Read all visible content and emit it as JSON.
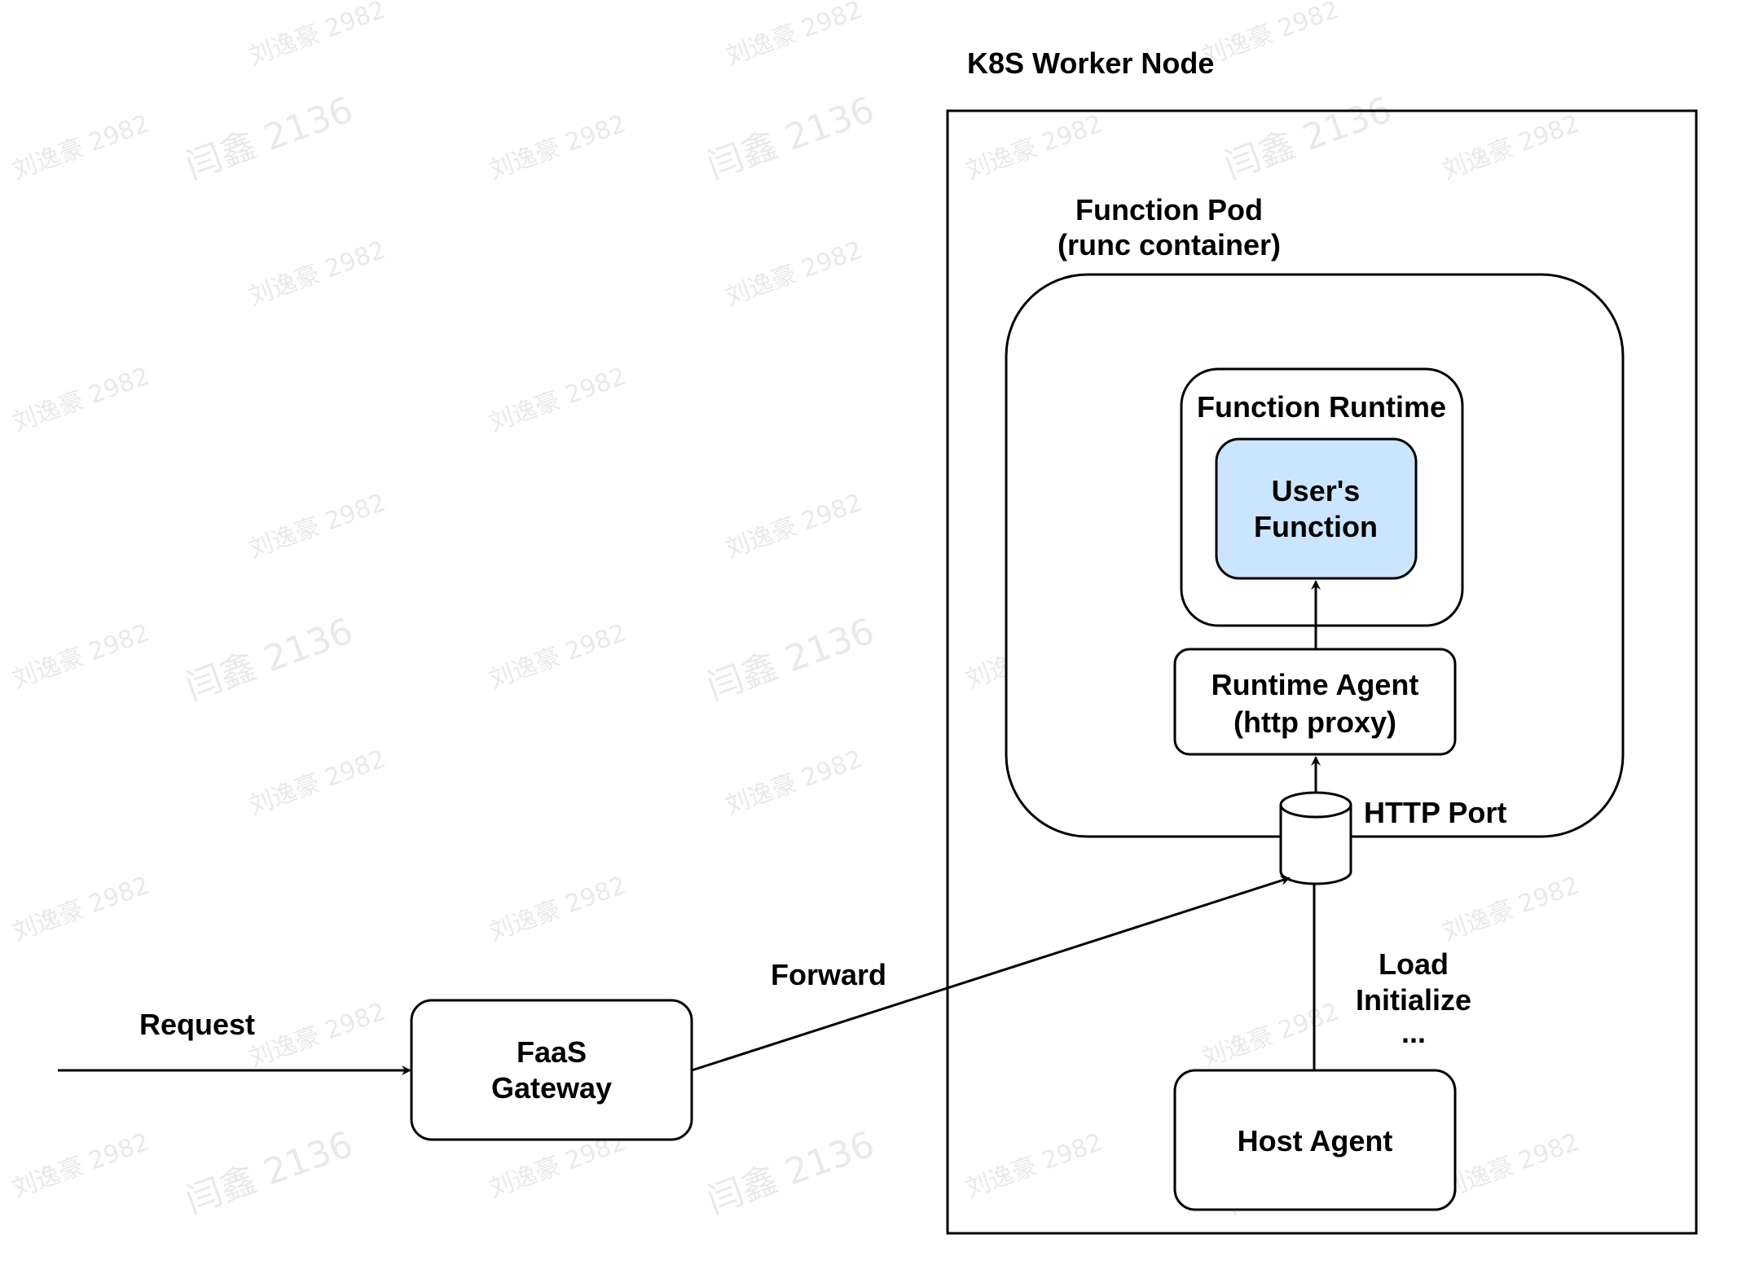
{
  "diagram": {
    "worker_node": {
      "label": "K8S Worker Node"
    },
    "function_pod": {
      "label_line1": "Function Pod",
      "label_line2": "(runc container)"
    },
    "function_runtime": {
      "label": "Function Runtime"
    },
    "users_function": {
      "label_line1": "User's",
      "label_line2": "Function",
      "fill": "#cce5ff"
    },
    "runtime_agent": {
      "label_line1": "Runtime Agent",
      "label_line2": "(http proxy)"
    },
    "http_port": {
      "label": "HTTP Port"
    },
    "host_agent": {
      "label": "Host Agent"
    },
    "host_agent_edge": {
      "label_line1": "Load",
      "label_line2": "Initialize",
      "label_line3": "..."
    },
    "faas_gateway": {
      "label_line1": "FaaS",
      "label_line2": "Gateway"
    },
    "request_edge": {
      "label": "Request"
    },
    "forward_edge": {
      "label": "Forward"
    }
  },
  "watermarks": {
    "a": "刘逸豪 2982",
    "b": "闫鑫 2136"
  }
}
